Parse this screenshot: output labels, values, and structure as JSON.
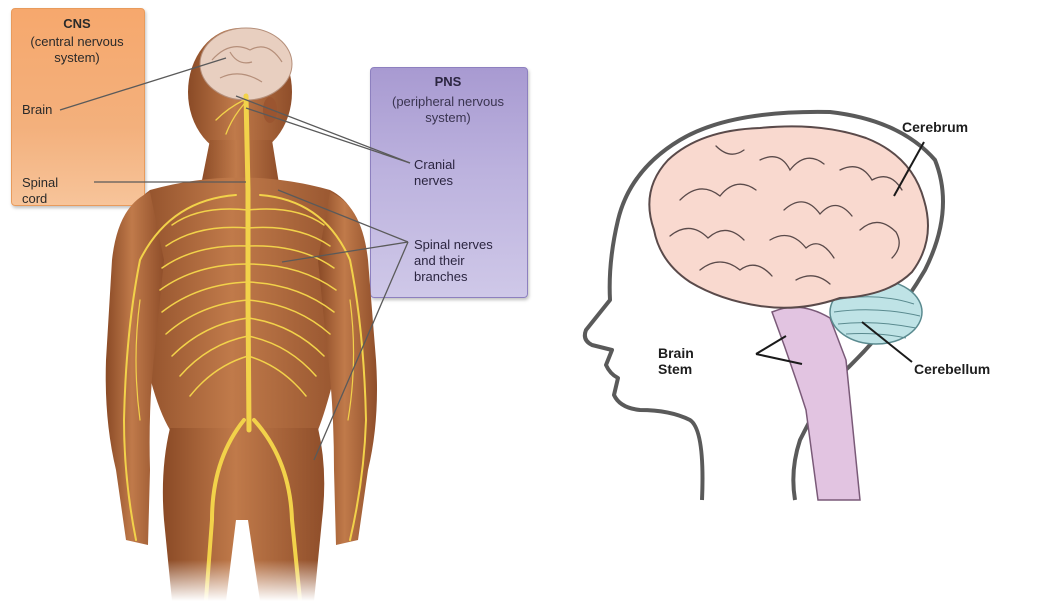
{
  "left": {
    "cns": {
      "title": "CNS",
      "subtitle": "(central nervous system)"
    },
    "pns": {
      "title": "PNS",
      "subtitle": "(peripheral nervous system)"
    },
    "labels": {
      "brain": "Brain",
      "spinal_cord": "Spinal cord",
      "cranial_nerves": "Cranial nerves",
      "spinal_nerves": "Spinal nerves and their branches"
    }
  },
  "right": {
    "labels": {
      "cerebrum": "Cerebrum",
      "cerebellum": "Cerebellum",
      "brain_stem": "Brain Stem"
    }
  },
  "colors": {
    "cns_box": "#f6a86d",
    "pns_box": "#a89ad1",
    "skin": "#b86a3c",
    "nerve": "#f2d24a",
    "brain_pink": "#f9d9cf",
    "cerebellum": "#bfe3e6",
    "brain_stem": "#e2c4e1"
  }
}
